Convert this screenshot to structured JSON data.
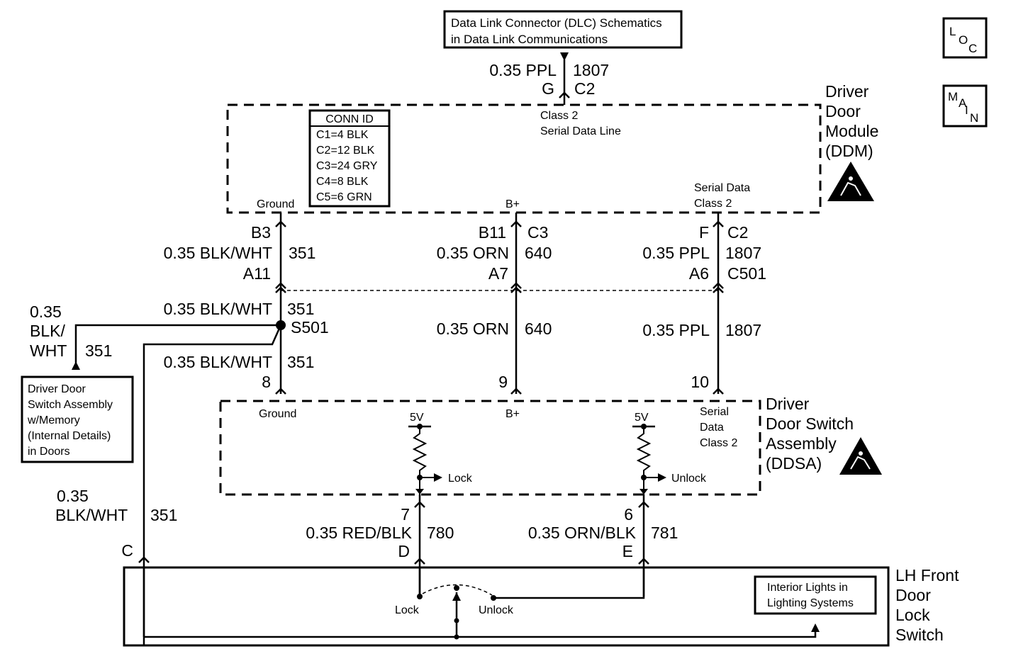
{
  "ref_box": {
    "line1": "Data Link Connector (DLC) Schematics",
    "line2": "in Data Link Communications"
  },
  "loc_icon": {
    "l": "L",
    "o": "O",
    "c": "C"
  },
  "main_icon": {
    "m": "M",
    "a": "A",
    "i": "I",
    "n": "N"
  },
  "top_wire": {
    "gauge": "0.35 PPL",
    "circuit": "1807",
    "pin": "G",
    "conn": "C2"
  },
  "ddm": {
    "name": [
      "Driver",
      "Door",
      "Module",
      "(DDM)"
    ],
    "serial_line": [
      "Class 2",
      "Serial Data Line"
    ],
    "terminals": {
      "ground": "Ground",
      "bplus": "B+",
      "serial": [
        "Serial Data",
        "Class 2"
      ]
    }
  },
  "conn_id": {
    "title": "CONN ID",
    "rows": [
      "C1=4 BLK",
      "C2=12 BLK",
      "C3=24 GRY",
      "C4=8 BLK",
      "C5=6 GRN"
    ]
  },
  "wire_ground": {
    "pin_top": "B3",
    "gauge": "0.35 BLK/WHT",
    "circuit": "351",
    "pin_bottom": "A11",
    "splice": "S501",
    "pin_ddsa": "8"
  },
  "wire_bplus": {
    "pin_top": "B11",
    "conn_top": "C3",
    "gauge": "0.35 ORN",
    "circuit": "640",
    "pin_bottom": "A7",
    "pin_ddsa": "9"
  },
  "wire_serial": {
    "pin_top": "F",
    "conn_top": "C2",
    "gauge": "0.35 PPL",
    "circuit": "1807",
    "pin_bottom": "A6",
    "conn_bottom": "C501",
    "pin_ddsa": "10"
  },
  "branch": {
    "gauge_l1": "0.35",
    "gauge_l2": "BLK/",
    "gauge_l3": "WHT",
    "circuit": "351"
  },
  "ddsa_ref_box": [
    "Driver Door",
    "Switch Assembly",
    "w/Memory",
    "(Internal Details)",
    "in Doors"
  ],
  "ddsa": {
    "name": [
      "Driver",
      "Door Switch",
      "Assembly",
      "(DDSA)"
    ],
    "terminals": {
      "ground": "Ground",
      "bplus": "B+",
      "serial": [
        "Serial",
        "Data",
        "Class 2"
      ]
    },
    "v_lock": "5V",
    "v_unlock": "5V",
    "lock": "Lock",
    "unlock": "Unlock"
  },
  "wire_c": {
    "gauge_l1": "0.35",
    "gauge_l2": "BLK/WHT",
    "circuit": "351",
    "pin": "C"
  },
  "wire_lock": {
    "pin_top": "7",
    "gauge": "0.35 RED/BLK",
    "circuit": "780",
    "pin": "D"
  },
  "wire_unlock": {
    "pin_top": "6",
    "gauge": "0.35 ORN/BLK",
    "circuit": "781",
    "pin": "E"
  },
  "switch": {
    "name": [
      "LH Front",
      "Door",
      "Lock",
      "Switch"
    ],
    "lock": "Lock",
    "unlock": "Unlock",
    "ref": [
      "Interior Lights in",
      "Lighting Systems"
    ]
  }
}
